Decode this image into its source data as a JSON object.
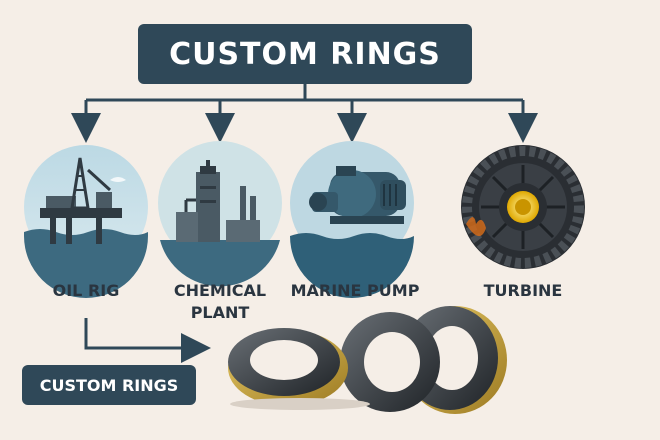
{
  "title": "CUSTOM RINGS",
  "items": [
    {
      "label": "OIL RIG",
      "icon": "oil-rig-icon"
    },
    {
      "label": "CHEMICAL\nPLANT",
      "icon": "chemical-plant-icon"
    },
    {
      "label": "MARINE PUMP",
      "icon": "marine-pump-icon"
    },
    {
      "label": "TURBINE",
      "icon": "turbine-icon"
    }
  ],
  "bottom_label": "CUSTOM RINGS",
  "colors": {
    "background": "#f5eee7",
    "box": "#2f4858",
    "connector": "#2f4858",
    "ring_dark": "#2e3338",
    "ring_gold": "#c9a640"
  }
}
